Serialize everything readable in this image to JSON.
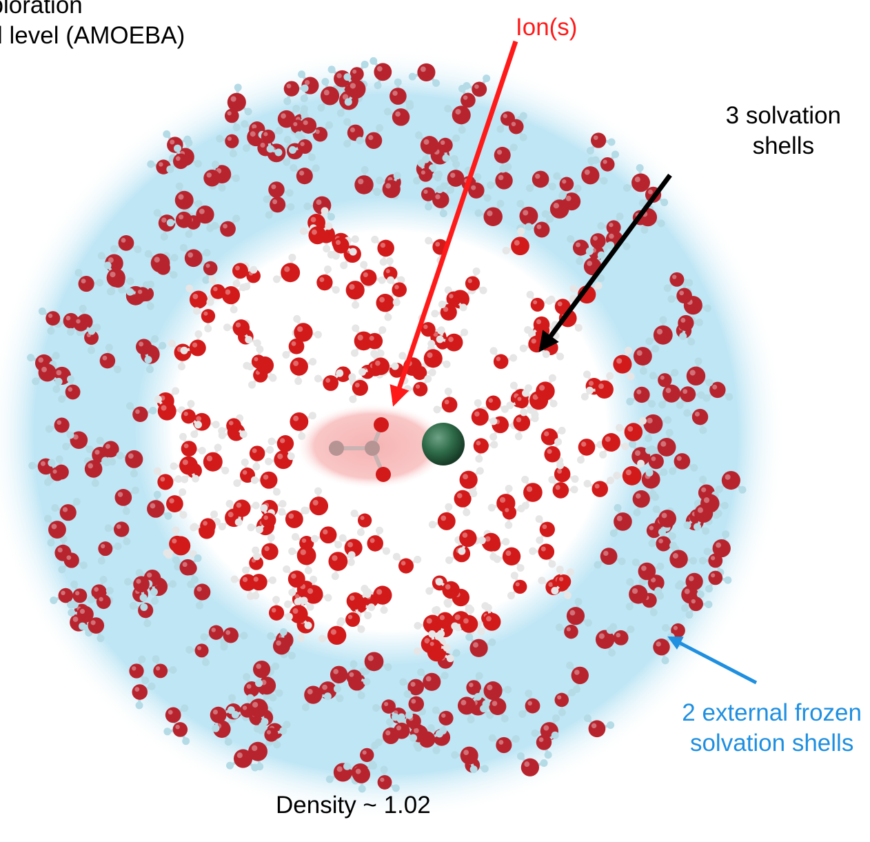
{
  "labels": {
    "top_line1_partial": "xploration",
    "top_line2": "l level (AMOEBA)",
    "ions": "Ion(s)",
    "solvation_line1": "3 solvation",
    "solvation_line2": "shells",
    "frozen_line1": "2 external frozen",
    "frozen_line2": "solvation shells",
    "density": "Density ~ 1.02"
  },
  "colors": {
    "ions_label": "#ff1a1a",
    "frozen_label": "#1f8fe0",
    "arrow_ions": "#ff1a1a",
    "arrow_solvation": "#000000",
    "arrow_frozen": "#1f8fe0",
    "outer_shell": "#bfe6f5",
    "inner_region": "#ffffff",
    "ion_region": "#f8c2c2",
    "oxygen_inner": "#d21a1a",
    "oxygen_outer": "#b8242e",
    "hydrogen_inner": "#e6e6e6",
    "hydrogen_outer": "#b5dbe6",
    "chloride": "#2e6b48",
    "carbon": "#b69494"
  },
  "icons": {
    "molecule": "water-molecule-icon",
    "ion": "chloride-ion-icon"
  }
}
